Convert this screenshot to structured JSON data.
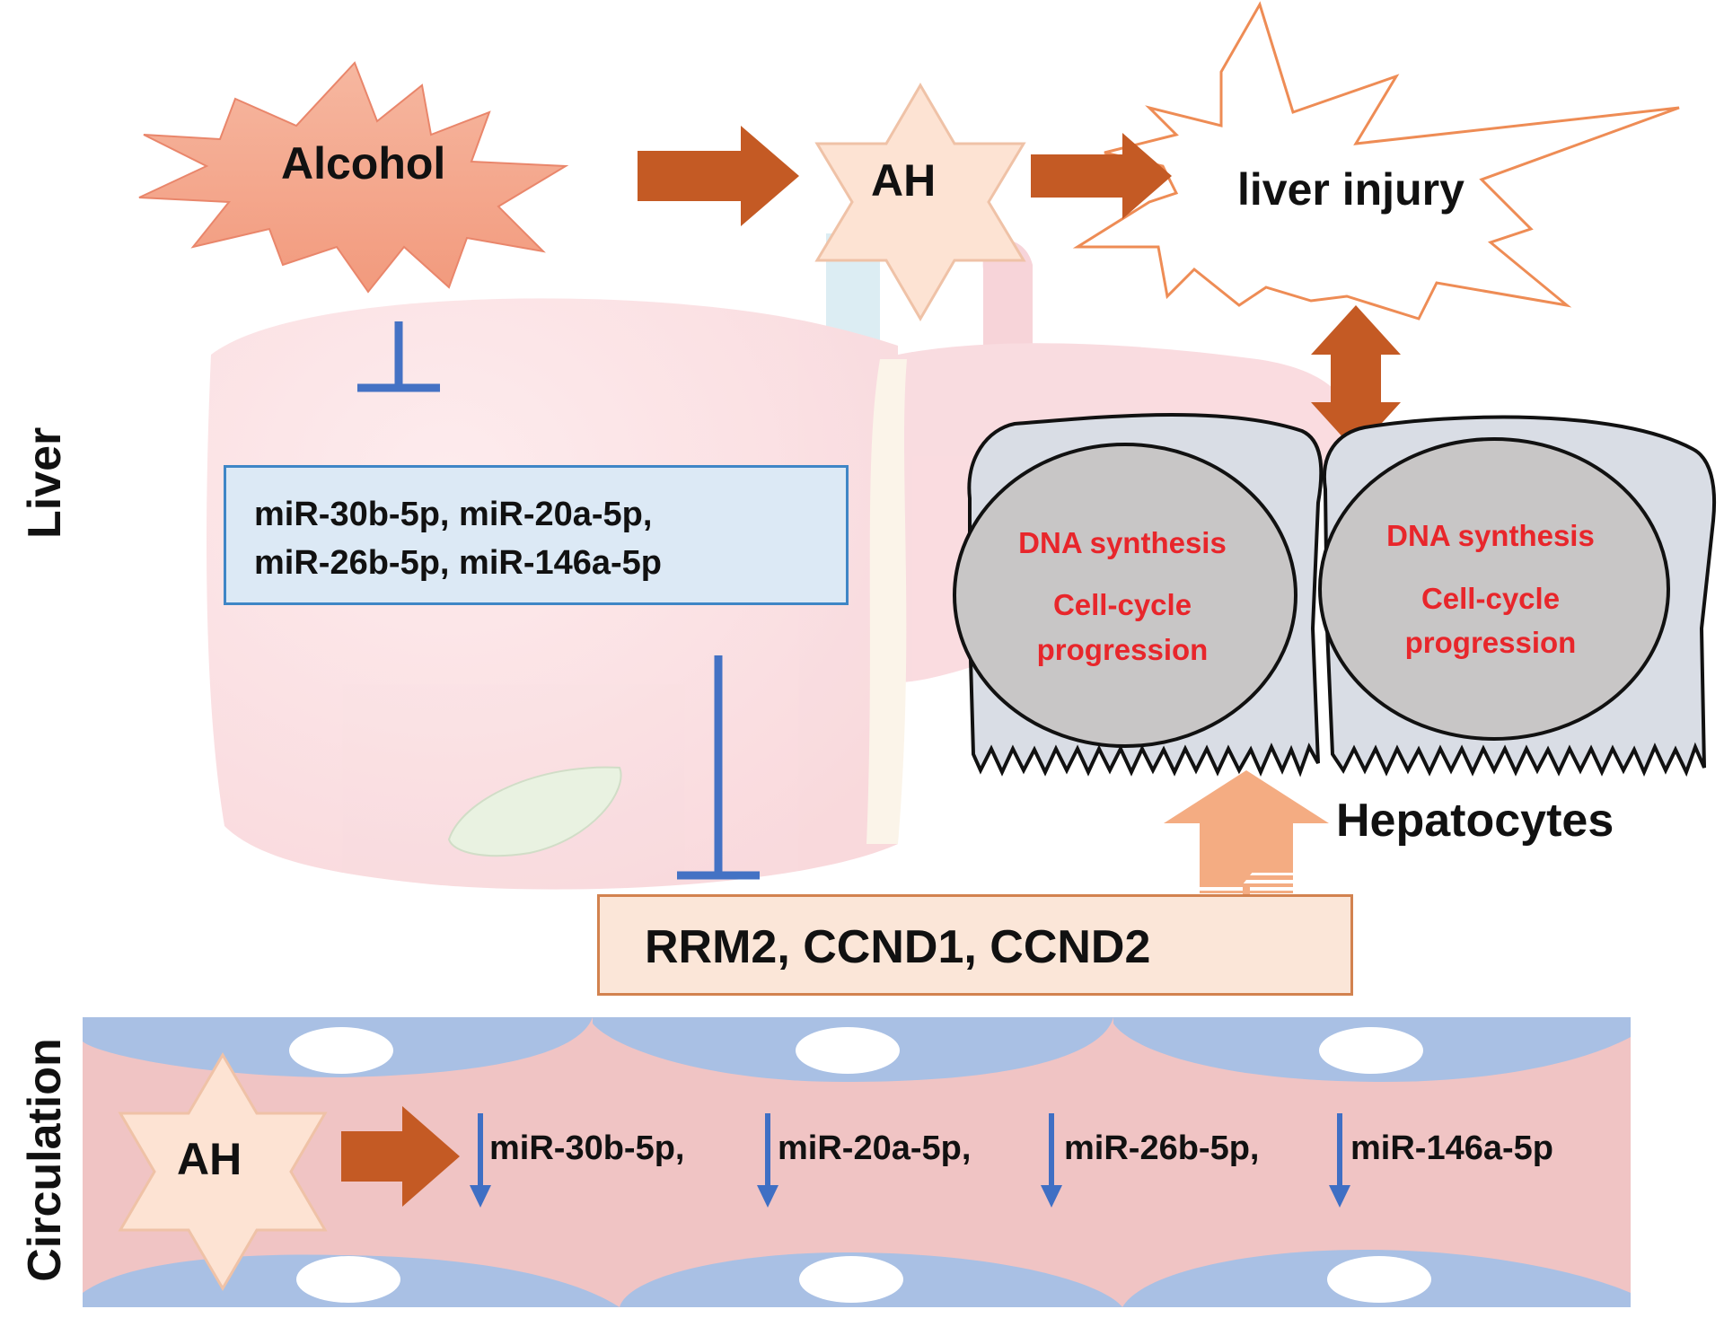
{
  "top_flow": {
    "alcohol": "Alcohol",
    "ah": "AH",
    "liver_injury": "liver injury"
  },
  "side_labels": {
    "liver": "Liver",
    "circulation": "Circulation"
  },
  "liver_mirnas": {
    "line1": "miR-30b-5p, miR-20a-5p,",
    "line2": "miR-26b-5p, miR-146a-5p"
  },
  "genes": "RRM2, CCND1, CCND2",
  "hepatocytes": {
    "label": "Hepatocytes",
    "cells": [
      {
        "line1": "DNA synthesis",
        "line2": "Cell-cycle",
        "line3": "progression"
      },
      {
        "line1": "DNA synthesis",
        "line2": "Cell-cycle",
        "line3": "progression"
      }
    ]
  },
  "circulation": {
    "ah": "AH",
    "mirnas": [
      "miR-30b-5p,",
      "miR-20a-5p,",
      "miR-26b-5p,",
      "miR-146a-5p"
    ]
  },
  "colors": {
    "arrow_brown": "#c45a24",
    "inhibit_blue": "#4472c4",
    "text_red": "#e8262b",
    "liver_pink": "#f9d9dc",
    "vessel_pink": "#f0c4c4",
    "cell_gray": "#d9dde5",
    "nucleus_gray": "#c8c6c6"
  }
}
